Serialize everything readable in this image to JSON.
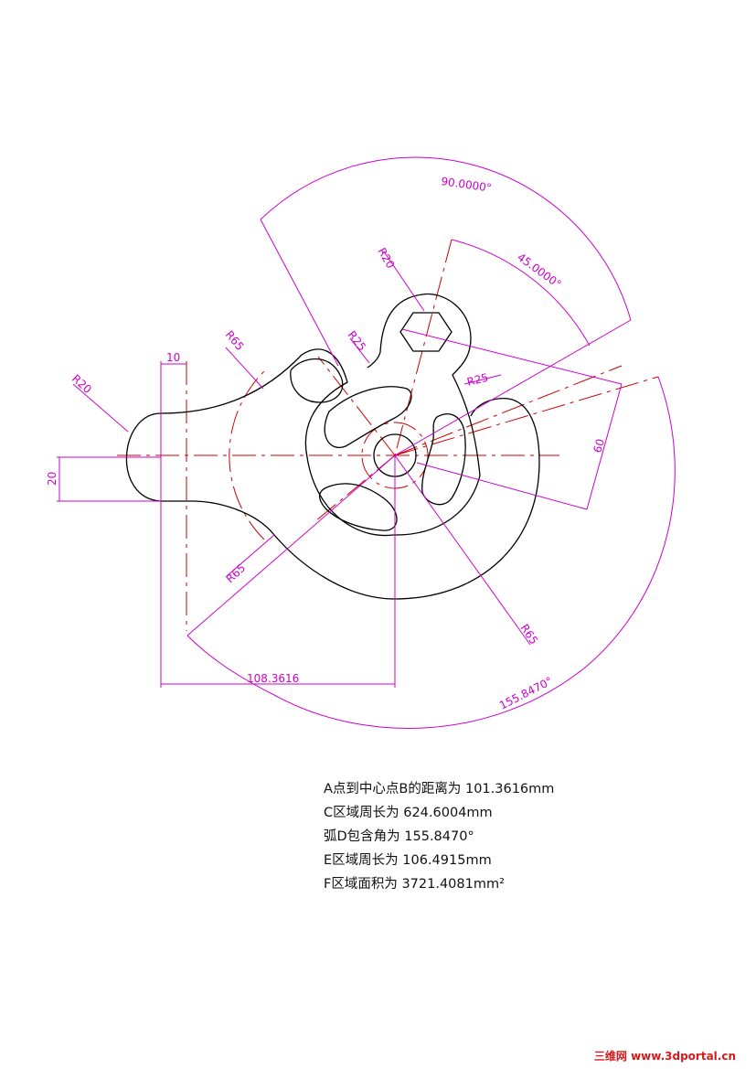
{
  "dimensions": {
    "angle_90": "90.0000°",
    "angle_45": "45.0000°",
    "r20_top": "R20",
    "r25_left": "R25",
    "r25_right": "R25",
    "r65_upper": "R65",
    "r20_left": "R20",
    "width_10": "10",
    "height_20": "20",
    "dim_60": "60",
    "r65_lower": "R65",
    "r65_right": "R65",
    "dist_108": "108.3616",
    "angle_155": "155.8470°"
  },
  "results": {
    "line1": "A点到中心点B的距离为 101.3616mm",
    "line2": "C区域周长为 624.6004mm",
    "line3": "弧D包含角为 155.8470°",
    "line4": "E区域周长为 106.4915mm",
    "line5": "F区域面积为 3721.4081mm²"
  },
  "watermark": {
    "site_name": "三维网",
    "site_url": "www.3dportal.cn"
  },
  "colors": {
    "outline": "#000000",
    "centerline": "#cc0000",
    "dimension": "#cc00cc"
  }
}
